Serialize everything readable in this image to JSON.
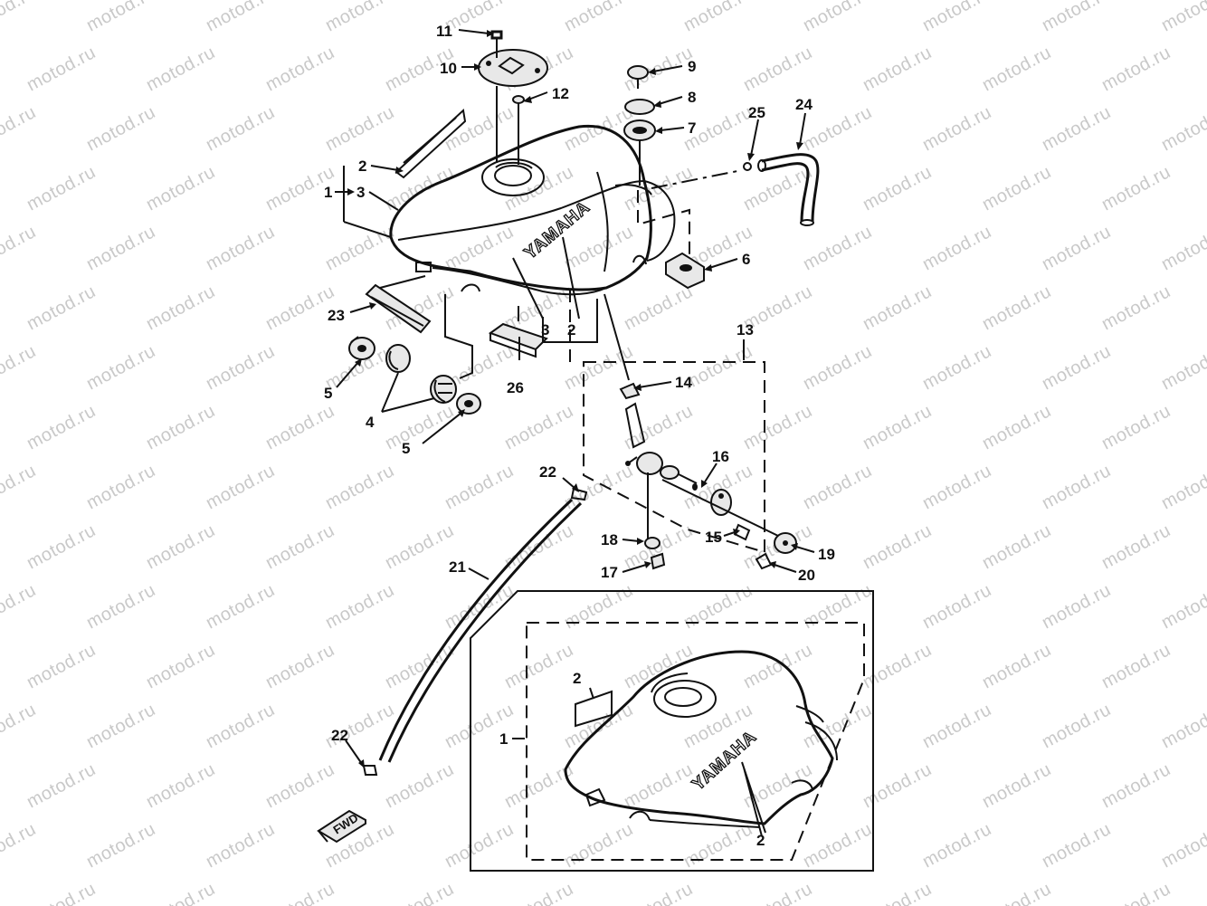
{
  "watermark": "motod.ru",
  "brand_on_tank": "YAMAHA",
  "direction_label": "FWD",
  "callouts": [
    "11",
    "10",
    "12",
    "9",
    "8",
    "7",
    "25",
    "24",
    "2",
    "1",
    "3",
    "6",
    "23",
    "3",
    "2",
    "13",
    "5",
    "14",
    "26",
    "4",
    "5",
    "16",
    "22",
    "15",
    "19",
    "18",
    "17",
    "20",
    "21",
    "2",
    "1",
    "22",
    "2"
  ],
  "colors": {
    "ink": "#111111",
    "watermark": "#c9c9c9",
    "background": "#ffffff"
  }
}
